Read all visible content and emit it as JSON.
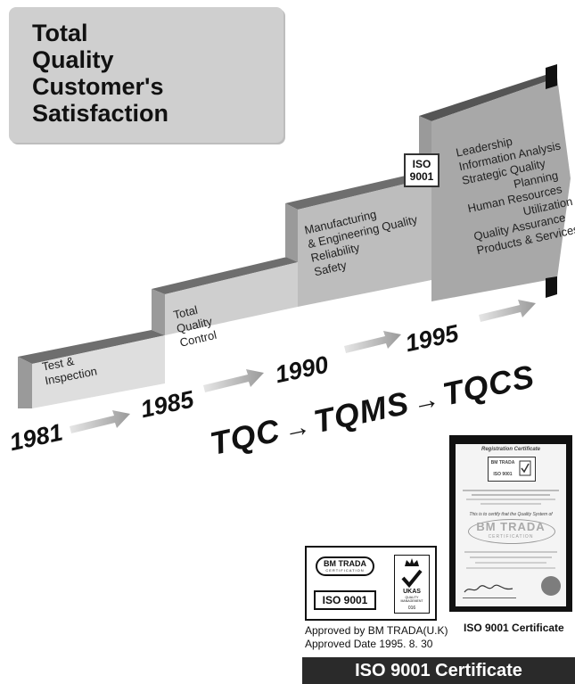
{
  "title": {
    "lines": [
      "Total",
      "Quality",
      "Customer's",
      "Satisfaction"
    ]
  },
  "steps": [
    {
      "label": [
        "Test &",
        "Inspection"
      ]
    },
    {
      "label": [
        "Total",
        "Quality",
        "Control"
      ]
    },
    {
      "label": [
        "Manufacturing",
        "& Engineering Quality",
        "Reliability",
        "Safety"
      ]
    },
    {
      "label": [
        "Leadership",
        "Information Analysis",
        "Strategic Quality",
        "Planning",
        "Human Resources",
        "Utilization",
        "Quality Assurance",
        "Products & Services"
      ]
    }
  ],
  "iso_badge": {
    "line1": "ISO",
    "line2": "9001"
  },
  "years": [
    "1981",
    "1985",
    "1990",
    "1995"
  ],
  "tq": {
    "a": "TQC",
    "b": "TQMS",
    "c": "TQCS",
    "arrow": "→"
  },
  "cert": {
    "header": "Registration Certificate",
    "logo_text": "BM TRADA",
    "iso": "ISO 9001",
    "company_line": "This is to certify that the Quality System of",
    "watermark": "BM TRADA",
    "watermark_sub": "CERTIFICATION",
    "caption": "ISO 9001 Certificate"
  },
  "logo_card": {
    "bm": "BM TRADA",
    "cert": "CERTIFICATION",
    "iso": "ISO 9001",
    "ukas": "UKAS",
    "ukas_sub1": "QUALITY",
    "ukas_sub2": "MANAGEMENT",
    "ukas_num": "016"
  },
  "approval": {
    "line1": "Approved by BM TRADA(U.K)",
    "line2": "Approved Date 1995. 8. 30"
  },
  "bottom_bar": "ISO 9001 Certificate"
}
